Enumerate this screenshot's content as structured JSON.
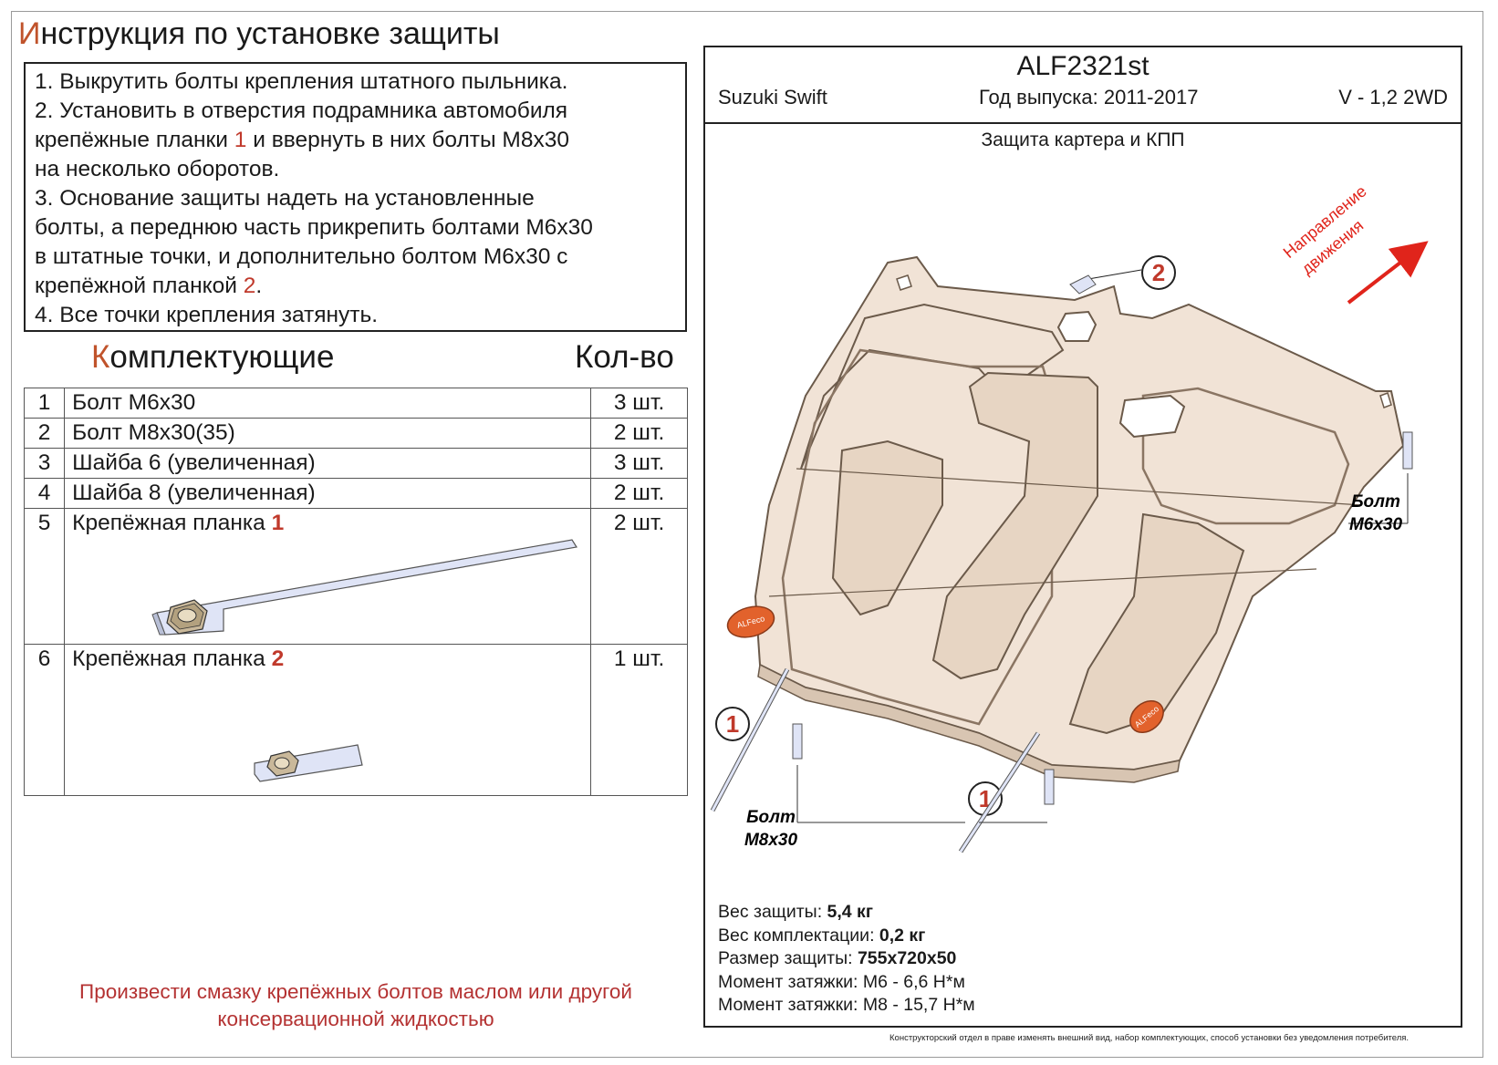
{
  "title": {
    "first_letter": "И",
    "rest": "нструкция по установке защиты"
  },
  "steps": [
    {
      "text": "1. Выкрутить болты крепления штатного пыльника."
    },
    {
      "text": "2. Установить в отверстия подрамника автомобиля"
    },
    {
      "pre": "крепёжные планки ",
      "ref": "1",
      "post": " и ввернуть в них болты М8х30"
    },
    {
      "text": "на несколько оборотов."
    },
    {
      "text": "3. Основание защиты надеть на установленные"
    },
    {
      "text": "болты, а переднюю часть прикрепить болтами М6х30"
    },
    {
      "text": "в штатные точки, и дополнительно болтом М6х30 с"
    },
    {
      "pre": "крепёжной планкой ",
      "ref": "2",
      "post": "."
    },
    {
      "text": "4. Все точки крепления затянуть."
    }
  ],
  "components": {
    "head_first": "К",
    "head_rest": "омплектующие",
    "qty_head": "Кол-во",
    "rows": [
      {
        "n": "1",
        "name": "Болт М6х30",
        "ref": "",
        "qty": "3 шт."
      },
      {
        "n": "2",
        "name": "Болт М8х30(35)",
        "ref": "",
        "qty": "2 шт."
      },
      {
        "n": "3",
        "name": "Шайба 6 (увеличенная)",
        "ref": "",
        "qty": "3 шт."
      },
      {
        "n": "4",
        "name": "Шайба 8 (увеличенная)",
        "ref": "",
        "qty": "2 шт."
      },
      {
        "n": "5",
        "name": "Крепёжная планка ",
        "ref": "1",
        "qty": "2 шт."
      },
      {
        "n": "6",
        "name": "Крепёжная планка ",
        "ref": "2",
        "qty": "1 шт."
      }
    ]
  },
  "note": {
    "line1": "Произвести смазку крепёжных болтов маслом или другой",
    "line2": "консервационной жидкостью"
  },
  "product": {
    "code": "ALF2321st",
    "model": "Suzuki Swift",
    "year": "Год выпуска: 2011-2017",
    "engine": "V - 1,2 2WD",
    "type": "Защита картера и КПП"
  },
  "drawing": {
    "direction_line1": "Направление",
    "direction_line2": "движения",
    "callout_1": "1",
    "callout_2": "2",
    "bolt_m6_line1": "Болт",
    "bolt_m6_line2": "М6х30",
    "bolt_m8_line1": "Болт",
    "bolt_m8_line2": "М8х30",
    "logo_text": "ALFeco"
  },
  "specs": [
    {
      "label": "Вес защиты: ",
      "value": "5,4 кг"
    },
    {
      "label": "Вес комплектации: ",
      "value": "0,2 кг"
    },
    {
      "label": "Размер защиты: ",
      "value": "755х720х50"
    },
    {
      "label": "Момент затяжки: М6 - 6,6 Н*м",
      "value": ""
    },
    {
      "label": "Момент затяжки: М8 - 15,7 Н*м",
      "value": ""
    }
  ],
  "disclaimer": "Конструкторский отдел в праве изменять внешний вид, набор комплектующих, способ установки без уведомления потребителя.",
  "colors": {
    "accent": "#c0532b",
    "callout_red": "#c0392b",
    "plate_fill": "#f1e3d6",
    "arrow_red": "#e0241b"
  }
}
